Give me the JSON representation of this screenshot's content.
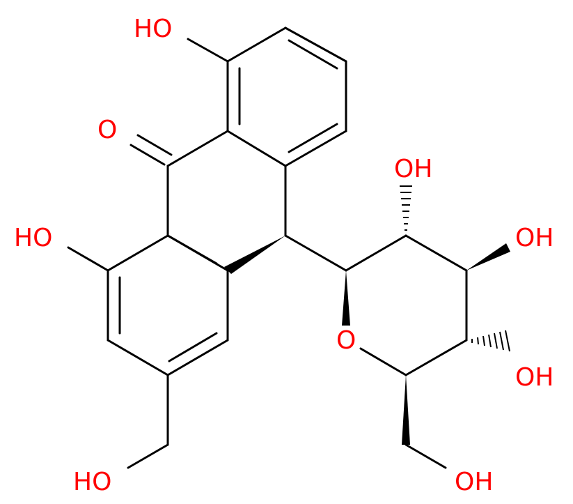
{
  "diagram": {
    "type": "chemical-structure",
    "colors": {
      "bond": "#000000",
      "heteroatom": "#ff0000",
      "background": "#ffffff"
    },
    "labels": {
      "oh_top": "HO",
      "o_ketone": "O",
      "ho_left": "HO",
      "oh_sugar_2": "OH",
      "oh_sugar_3": "OH",
      "oh_sugar_4": "OH",
      "o_ring": "O",
      "ho_ch2": "HO",
      "oh_ch2_sugar": "OH"
    }
  }
}
